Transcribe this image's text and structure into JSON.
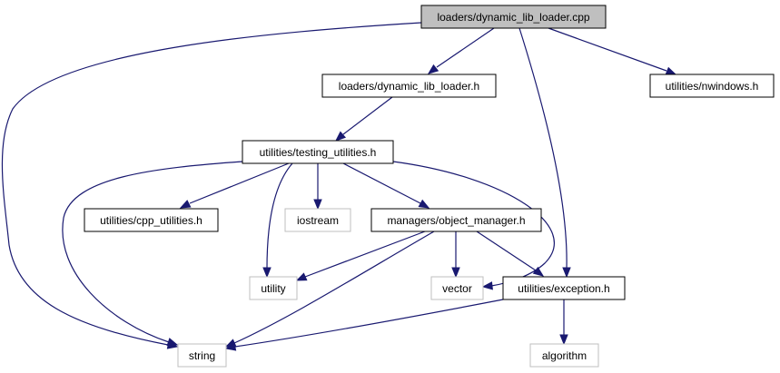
{
  "graph": {
    "edge_color": "#191970",
    "root_fill": "#bfbfbf",
    "external_border": "#bfbfbf",
    "nodes": {
      "loader_cpp": "loaders/dynamic_lib_loader.cpp",
      "loader_h": "loaders/dynamic_lib_loader.h",
      "nwindows_h": "utilities/nwindows.h",
      "testing_h": "utilities/testing_utilities.h",
      "cpp_utils_h": "utilities/cpp_utilities.h",
      "iostream": "iostream",
      "object_manager_h": "managers/object_manager.h",
      "utility": "utility",
      "vector": "vector",
      "exception_h": "utilities/exception.h",
      "string": "string",
      "algorithm": "algorithm"
    },
    "edges": [
      [
        "loader_cpp",
        "loader_h"
      ],
      [
        "loader_cpp",
        "nwindows_h"
      ],
      [
        "loader_cpp",
        "exception_h"
      ],
      [
        "loader_cpp",
        "string"
      ],
      [
        "loader_h",
        "testing_h"
      ],
      [
        "testing_h",
        "cpp_utils_h"
      ],
      [
        "testing_h",
        "iostream"
      ],
      [
        "testing_h",
        "object_manager_h"
      ],
      [
        "testing_h",
        "utility"
      ],
      [
        "testing_h",
        "vector"
      ],
      [
        "testing_h",
        "string"
      ],
      [
        "object_manager_h",
        "utility"
      ],
      [
        "object_manager_h",
        "vector"
      ],
      [
        "object_manager_h",
        "exception_h"
      ],
      [
        "object_manager_h",
        "string"
      ],
      [
        "exception_h",
        "string"
      ],
      [
        "exception_h",
        "algorithm"
      ]
    ]
  }
}
